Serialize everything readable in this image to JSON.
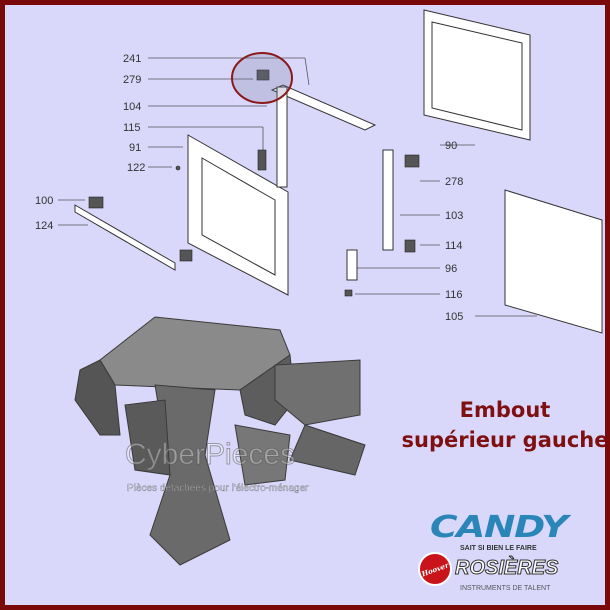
{
  "diagram": {
    "callouts": [
      "241",
      "279",
      "104",
      "115",
      "91",
      "122",
      "100",
      "124",
      "90",
      "278",
      "103",
      "114",
      "96",
      "116",
      "105"
    ]
  },
  "title": {
    "line1": "Embout",
    "line2": "supérieur gauche"
  },
  "watermark": {
    "name": "CyberPieces",
    "tagline": "Pièces détachées pour l'électro-ménager"
  },
  "brands": {
    "candy": "CANDY",
    "candy_tagline": "SAIT SI BIEN LE FAIRE",
    "hoover": "Hoover",
    "rosieres": "ROSIÈRES",
    "rosieres_tagline": "INSTRUMENTS DE TALENT"
  },
  "colors": {
    "border": "#7a0a0a",
    "background": "#d9d8fa",
    "title": "#7f1012",
    "candy": "#2a86b8"
  }
}
